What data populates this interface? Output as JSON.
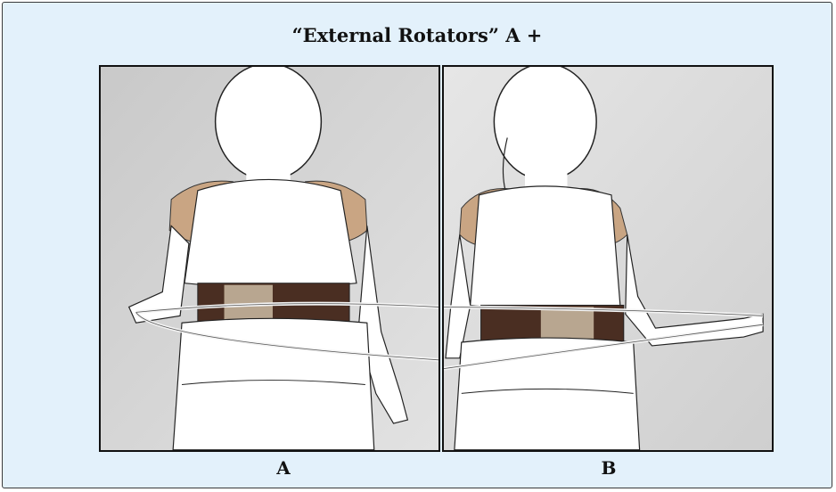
{
  "figure": {
    "title": "“External Rotators” A +",
    "panels": [
      {
        "label": "A",
        "illustration": "person-back-view-with-posture-brace-and-elastic-band"
      },
      {
        "label": "B",
        "illustration": "person-back-view-with-posture-brace-arm-rotated-outward"
      }
    ]
  },
  "colors": {
    "background": "#e3f1fb",
    "photo_background": "#d6d6d6",
    "brace_dark": "#4a2e22",
    "brace_light": "#b8a690",
    "shoulder_pad": "#c9a583"
  }
}
